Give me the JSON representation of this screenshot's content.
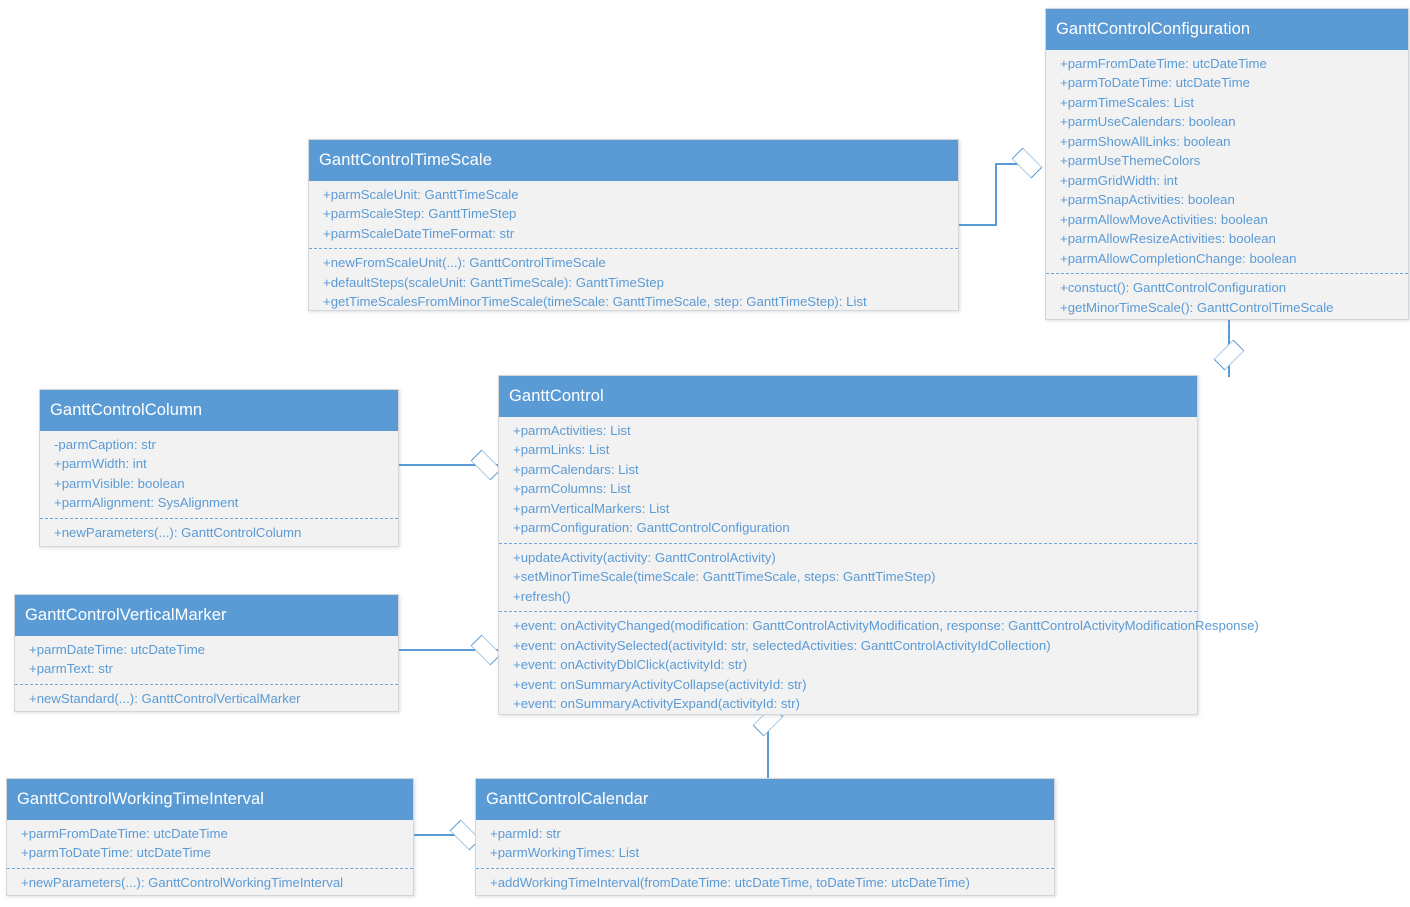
{
  "diagram": {
    "type": "uml-class-diagram",
    "title": "GanttControl class diagram",
    "colors": {
      "header_fill": "#5B9BD5",
      "body_fill": "#F2F2F2",
      "text": "#5B9BD5",
      "header_text": "#FFFFFF",
      "connector": "#5B9BD5",
      "border": "#D6D6D6"
    }
  },
  "classes": {
    "configuration": {
      "name": "GanttControlConfiguration",
      "attributes": [
        "+parmFromDateTime: utcDateTime",
        "+parmToDateTime: utcDateTime",
        "+parmTimeScales: List",
        "+parmUseCalendars: boolean",
        "+parmShowAllLinks: boolean",
        "+parmUseThemeColors",
        "+parmGridWidth: int",
        "+parmSnapActivities: boolean",
        "+parmAllowMoveActivities: boolean",
        "+parmAllowResizeActivities: boolean",
        "+parmAllowCompletionChange: boolean"
      ],
      "methods": [
        "+constuct(): GanttControlConfiguration",
        "+getMinorTimeScale(): GanttControlTimeScale"
      ]
    },
    "timescale": {
      "name": "GanttControlTimeScale",
      "attributes": [
        "+parmScaleUnit: GanttTimeScale",
        "+parmScaleStep: GanttTimeStep",
        "+parmScaleDateTimeFormat: str"
      ],
      "methods": [
        "+newFromScaleUnit(...): GanttControlTimeScale",
        "+defaultSteps(scaleUnit: GanttTimeScale): GanttTimeStep",
        "+getTimeScalesFromMinorTimeScale(timeScale: GanttTimeScale, step: GanttTimeStep): List"
      ]
    },
    "column": {
      "name": "GanttControlColumn",
      "attributes": [
        "-parmCaption: str",
        "+parmWidth: int",
        "+parmVisible: boolean",
        "+parmAlignment: SysAlignment"
      ],
      "methods": [
        "+newParameters(...): GanttControlColumn"
      ]
    },
    "verticalmarker": {
      "name": "GanttControlVerticalMarker",
      "attributes": [
        "+parmDateTime: utcDateTime",
        "+parmText: str"
      ],
      "methods": [
        "+newStandard(...): GanttControlVerticalMarker"
      ]
    },
    "ganttcontrol": {
      "name": "GanttControl",
      "attributes": [
        "+parmActivities: List",
        "+parmLinks: List",
        "+parmCalendars: List",
        "+parmColumns: List",
        "+parmVerticalMarkers: List",
        "+parmConfiguration: GanttControlConfiguration"
      ],
      "methods": [
        "+updateActivity(activity: GanttControlActivity)",
        "+setMinorTimeScale(timeScale: GanttTimeScale, steps: GanttTimeStep)",
        "+refresh()"
      ],
      "events": [
        "+event: onActivityChanged(modification: GanttControlActivityModification, response: GanttControlActivityModificationResponse)",
        "+event: onActivitySelected(activityId: str, selectedActivities: GanttControlActivityIdCollection)",
        "+event: onActivityDblClick(activityId: str)",
        "+event: onSummaryActivityCollapse(activityId: str)",
        "+event: onSummaryActivityExpand(activityId: str)"
      ]
    },
    "workingtimeinterval": {
      "name": "GanttControlWorkingTimeInterval",
      "attributes": [
        "+parmFromDateTime: utcDateTime",
        "+parmToDateTime: utcDateTime"
      ],
      "methods": [
        "+newParameters(...): GanttControlWorkingTimeInterval"
      ]
    },
    "calendar": {
      "name": "GanttControlCalendar",
      "attributes": [
        "+parmId: str",
        "+parmWorkingTimes: List"
      ],
      "methods": [
        "+addWorkingTimeInterval(fromDateTime: utcDateTime, toDateTime: utcDateTime)"
      ]
    }
  },
  "relationships": [
    {
      "name": "timescale-to-configuration",
      "type": "aggregation",
      "from": "GanttControlTimeScale",
      "to": "GanttControlConfiguration"
    },
    {
      "name": "configuration-to-ganttcontrol",
      "type": "aggregation",
      "from": "GanttControlConfiguration",
      "to": "GanttControl"
    },
    {
      "name": "column-to-ganttcontrol",
      "type": "aggregation",
      "from": "GanttControlColumn",
      "to": "GanttControl"
    },
    {
      "name": "verticalmarker-to-ganttcontrol",
      "type": "aggregation",
      "from": "GanttControlVerticalMarker",
      "to": "GanttControl"
    },
    {
      "name": "calendar-to-ganttcontrol",
      "type": "aggregation",
      "from": "GanttControlCalendar",
      "to": "GanttControl"
    },
    {
      "name": "workingtimeinterval-to-calendar",
      "type": "aggregation",
      "from": "GanttControlWorkingTimeInterval",
      "to": "GanttControlCalendar"
    }
  ]
}
